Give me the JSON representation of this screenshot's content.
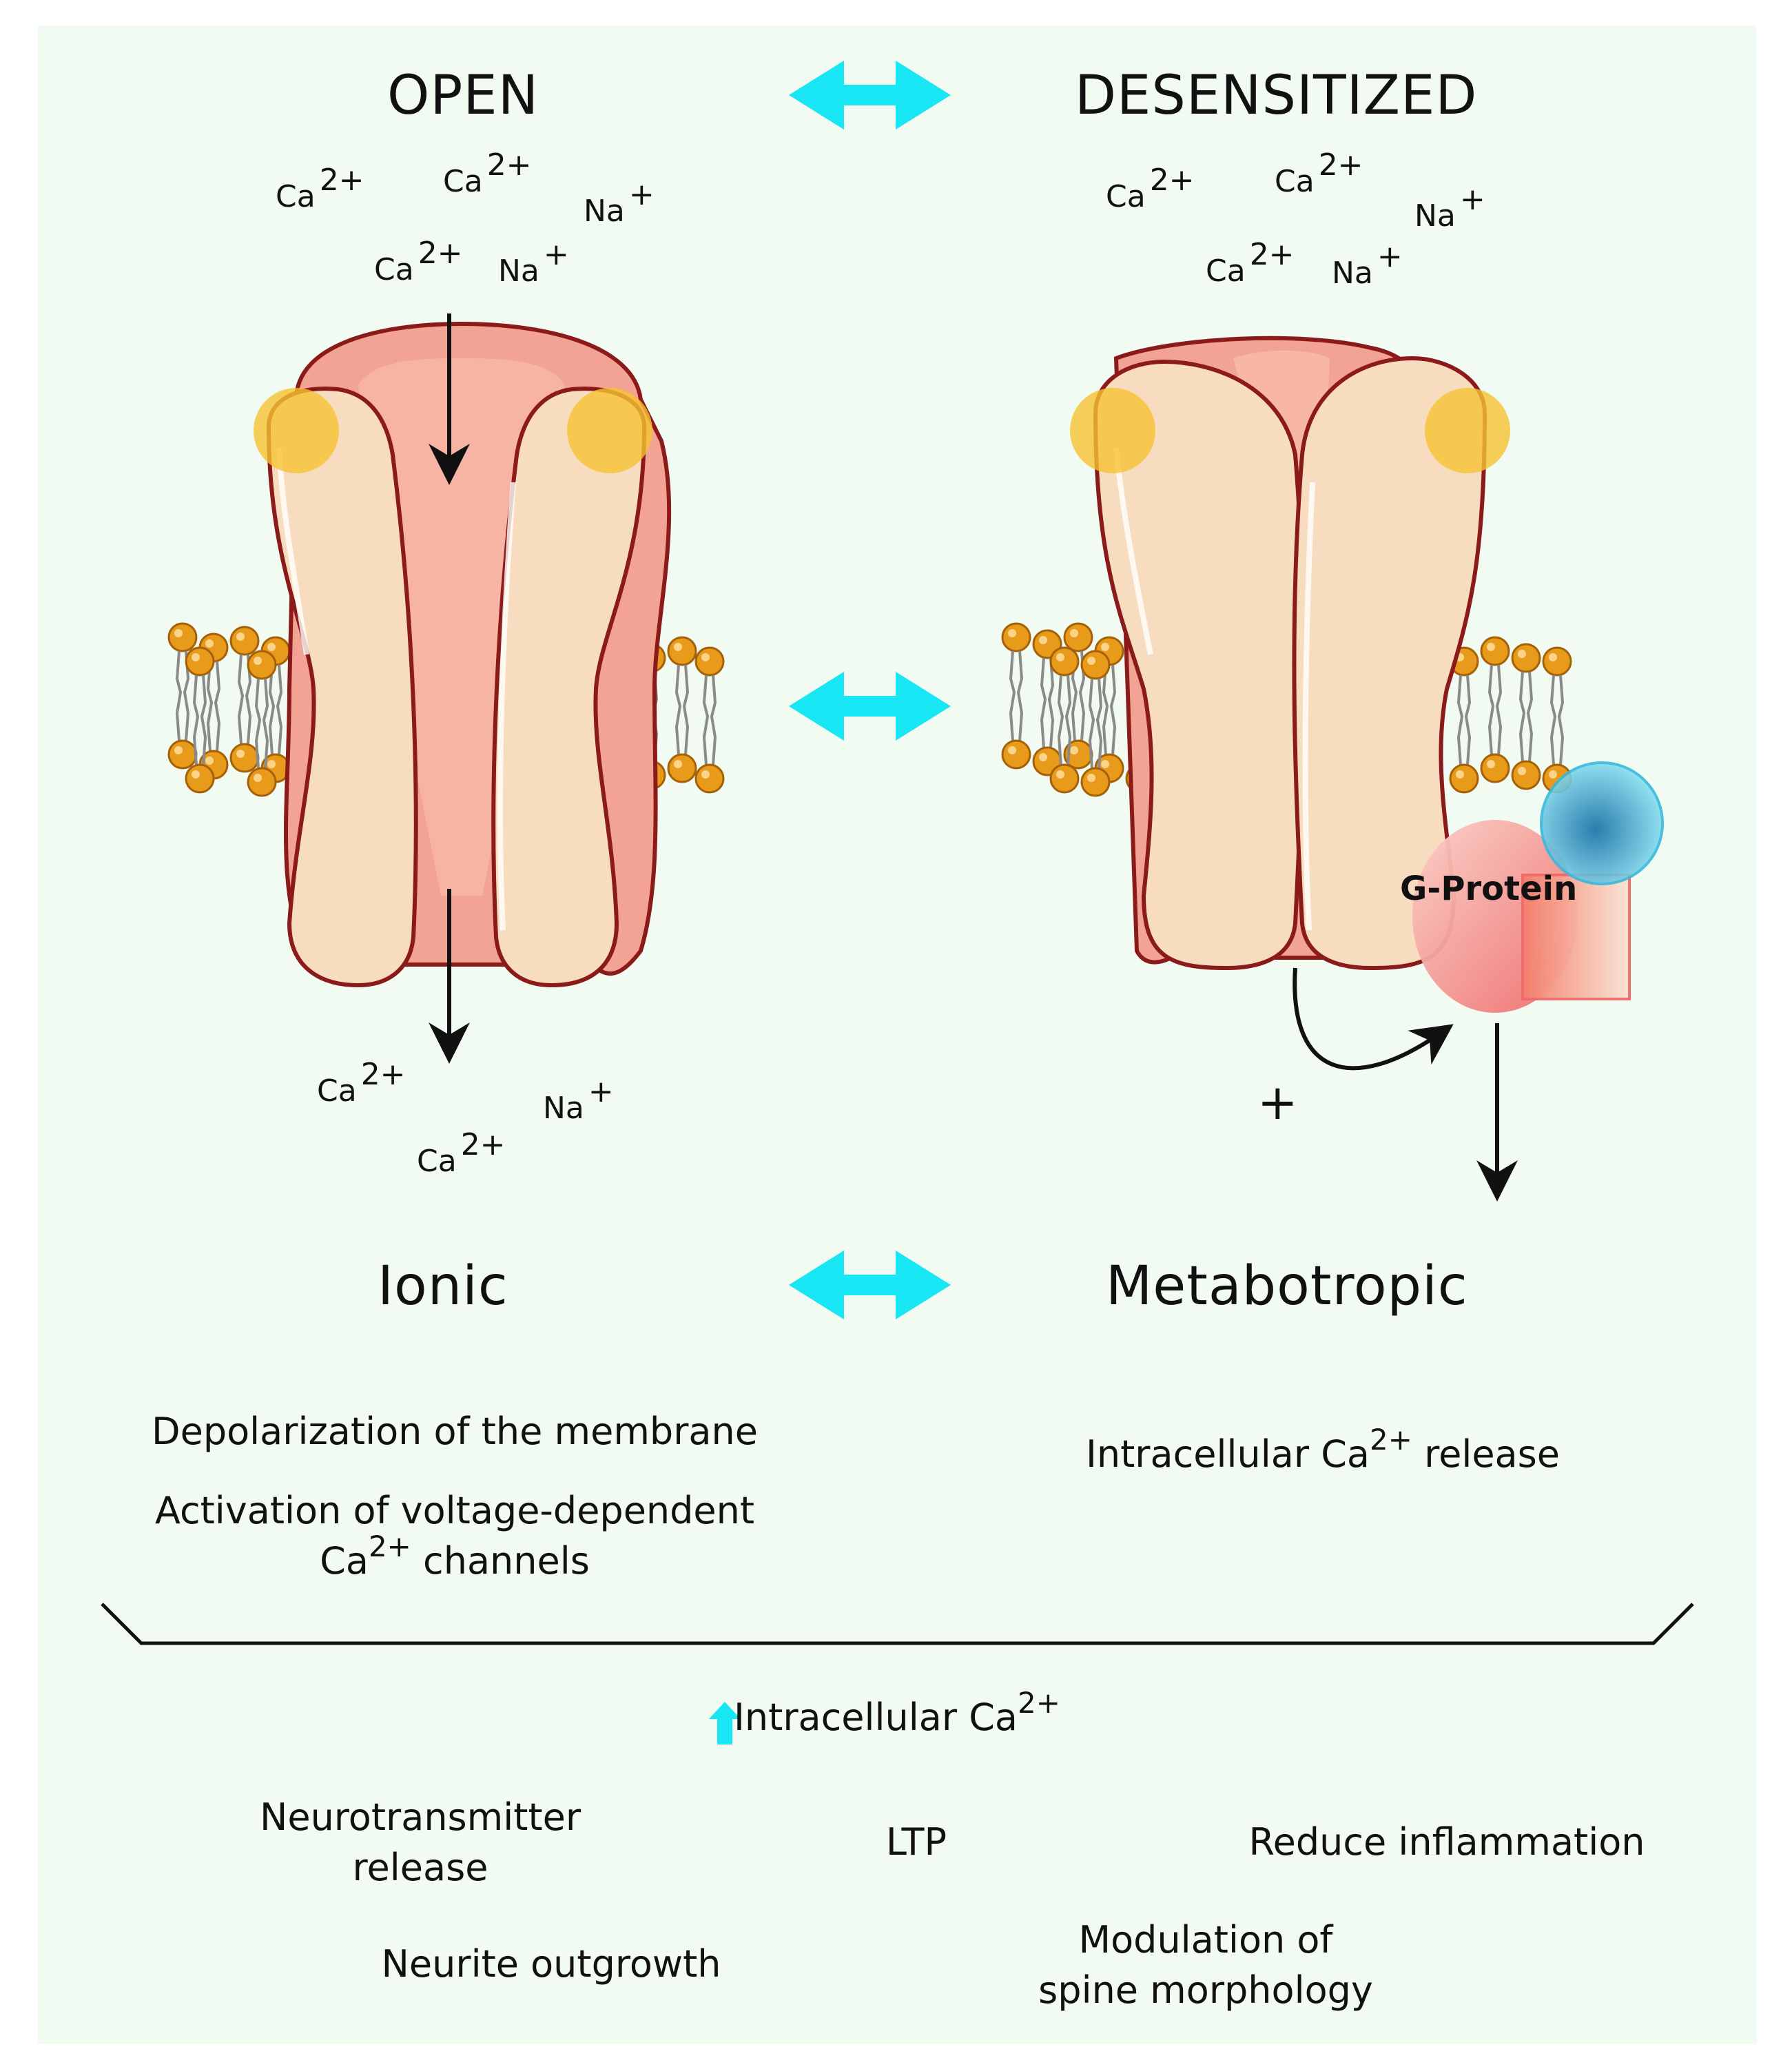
{
  "headings": {
    "open": "OPEN",
    "desensitized": "DESENSITIZED",
    "ionic": "Ionic",
    "metabotropic": "Metabotropic"
  },
  "ions": {
    "ca": "Ca",
    "ca_charge": "2+",
    "na": "Na",
    "na_charge": "+"
  },
  "g_protein_label": "G-Protein",
  "plus_label": "+",
  "ionic_effects": {
    "line1": "Depolarization of the membrane",
    "line2a": "Activation of voltage-dependent",
    "line2b_prefix": "Ca",
    "line2b_sup": "2+",
    "line2b_suffix": "channels"
  },
  "metabotropic_effect": {
    "prefix": "Intracellular Ca",
    "sup": "2+",
    "suffix": "release"
  },
  "summary": {
    "prefix": "Intracellular Ca",
    "sup": "2+"
  },
  "outcomes": {
    "neurotransmitter_line1": "Neurotransmitter",
    "neurotransmitter_line2": "release",
    "ltp": "LTP",
    "reduce_inflammation": "Reduce inflammation",
    "neurite_outgrowth": "Neurite outgrowth",
    "spine_line1": "Modulation of",
    "spine_line2": "spine morphology"
  },
  "colors": {
    "state_arrow": "#18e6f5",
    "channel_outline": "#8b1a1a",
    "channel_pore": "#f2a394",
    "channel_body": "#f8dcc0",
    "binding_site": "#f5c332",
    "lipid_head": "#e89a1a",
    "background": "#f1fbf1"
  }
}
